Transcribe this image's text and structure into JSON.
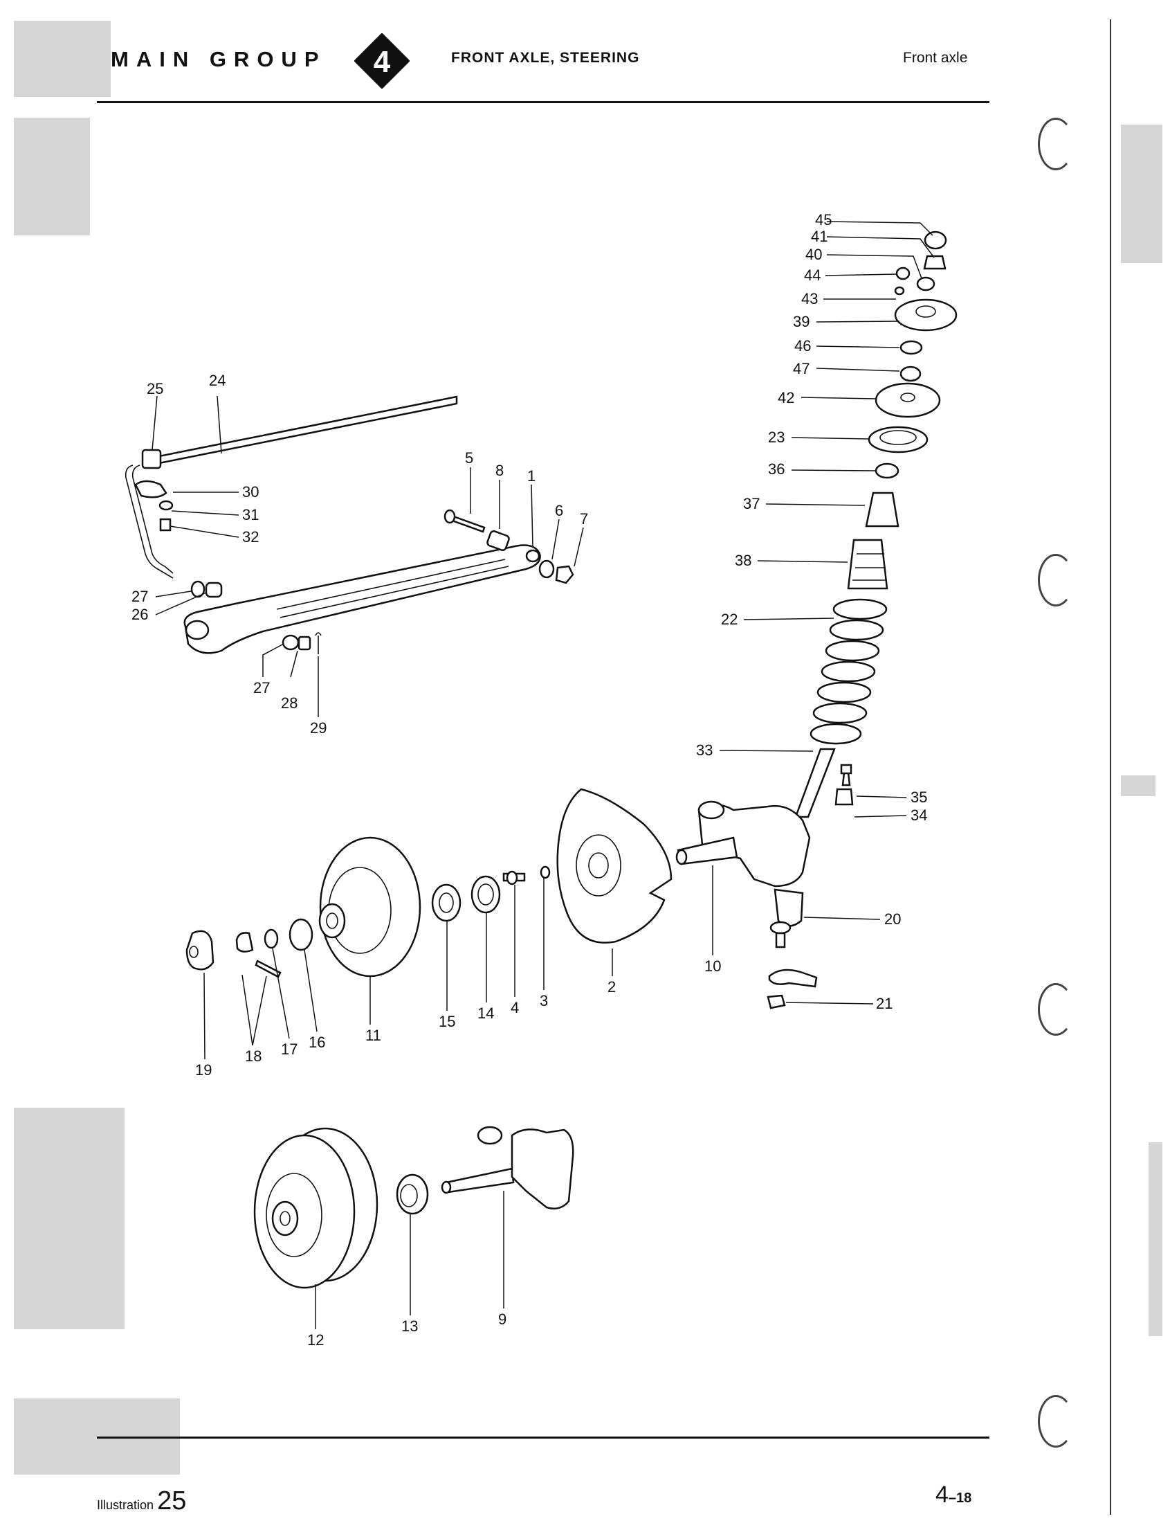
{
  "header": {
    "main_group": "MAIN GROUP",
    "group_number": "4",
    "section": "FRONT AXLE, STEERING",
    "subsection": "Front axle"
  },
  "footer": {
    "illustration_label": "Illustration",
    "illustration_number": "25",
    "page_major": "4",
    "page_minor": "–18"
  },
  "callouts": {
    "c1": "1",
    "c2": "2",
    "c3": "3",
    "c4": "4",
    "c5": "5",
    "c6": "6",
    "c7": "7",
    "c8": "8",
    "c9": "9",
    "c10": "10",
    "c11": "11",
    "c12": "12",
    "c13": "13",
    "c14": "14",
    "c15": "15",
    "c16": "16",
    "c17": "17",
    "c18": "18",
    "c19": "19",
    "c20": "20",
    "c21": "21",
    "c22": "22",
    "c23": "23",
    "c24": "24",
    "c25": "25",
    "c26": "26",
    "c27a": "27",
    "c27b": "27",
    "c28": "28",
    "c29": "29",
    "c30": "30",
    "c31": "31",
    "c32": "32",
    "c33": "33",
    "c34": "34",
    "c35": "35",
    "c36": "36",
    "c37": "37",
    "c38": "38",
    "c39": "39",
    "c40": "40",
    "c41": "41",
    "c42": "42",
    "c43": "43",
    "c44": "44",
    "c45": "45",
    "c46": "46",
    "c47": "47"
  }
}
